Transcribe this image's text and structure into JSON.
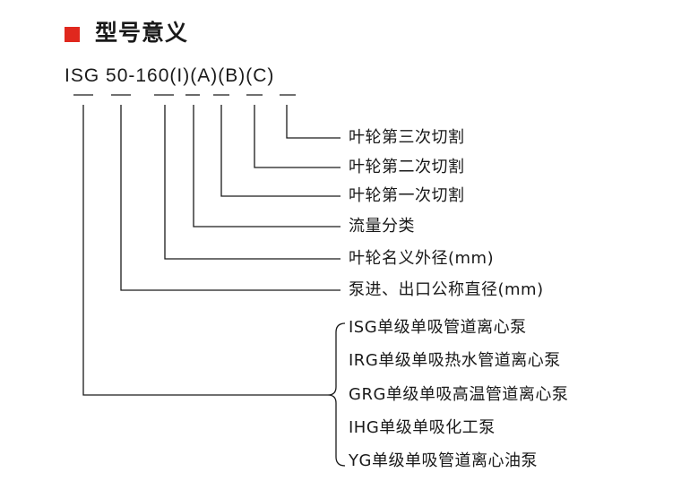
{
  "title": "型号意义",
  "model_code": "ISG 50-160(I)(A)(B)(C)",
  "labels": [
    "叶轮第三次切割",
    "叶轮第二次切割",
    "叶轮第一次切割",
    "流量分类",
    "叶轮名义外径(mm)",
    "泵进、出口公称直径(mm)"
  ],
  "types": [
    "ISG单级单吸管道离心泵",
    "IRG单级单吸热水管道离心泵",
    "GRG单级单吸高温管道离心泵",
    "IHG单级单吸化工泵",
    "YG单级单吸管道离心油泵"
  ],
  "colors": {
    "accent": "#e0281e",
    "line": "#1a1a1a"
  }
}
